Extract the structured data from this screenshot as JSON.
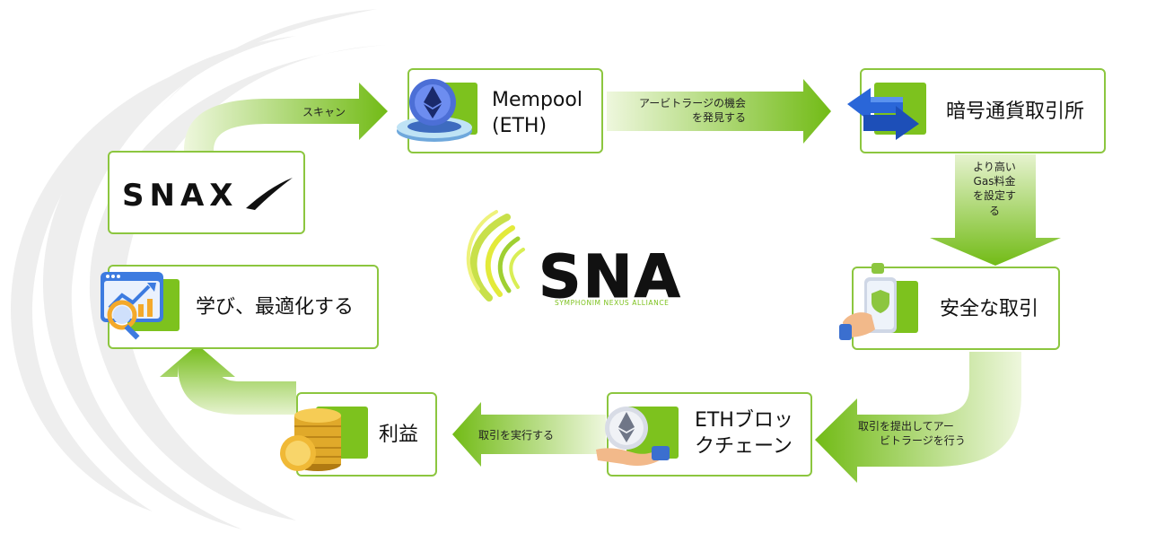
{
  "nodes": {
    "mempool": {
      "label_line1": "Mempool",
      "label_line2": "(ETH)"
    },
    "exchange": {
      "label": "暗号通貨取引所"
    },
    "safe_trade": {
      "label": "安全な取引"
    },
    "eth_chain": {
      "label_line1": "ETHブロッ",
      "label_line2": "クチェーン"
    },
    "profit": {
      "label": "利益"
    },
    "learn": {
      "label": "学び、最適化する"
    },
    "snax": {
      "logo_text": "SNAX"
    }
  },
  "center_logo": {
    "text": "SNA",
    "subtitle": "SYMPHONIM NEXUS ALLIANCE"
  },
  "arrows": {
    "scan": "スキャン",
    "discover_line1": "アービトラージの機会",
    "discover_line2": "を発見する",
    "gas_line1": "より高い",
    "gas_line2": "Gas料金",
    "gas_line3": "を設定す",
    "gas_line4": "る",
    "submit_line1": "取引を提出してアー",
    "submit_line2": "ビトラージを行う",
    "execute": "取引を実行する"
  },
  "colors": {
    "accent": "#7dc21e",
    "border": "#8cc63f",
    "arrow_light": "#e6f3cf",
    "swirl": "#ececec"
  },
  "icons": [
    "ethereum-coin-icon",
    "exchange-arrows-icon",
    "phone-shield-icon",
    "eth-hand-icon",
    "gold-coins-icon",
    "analytics-magnifier-icon",
    "sna-swirl-icon"
  ]
}
